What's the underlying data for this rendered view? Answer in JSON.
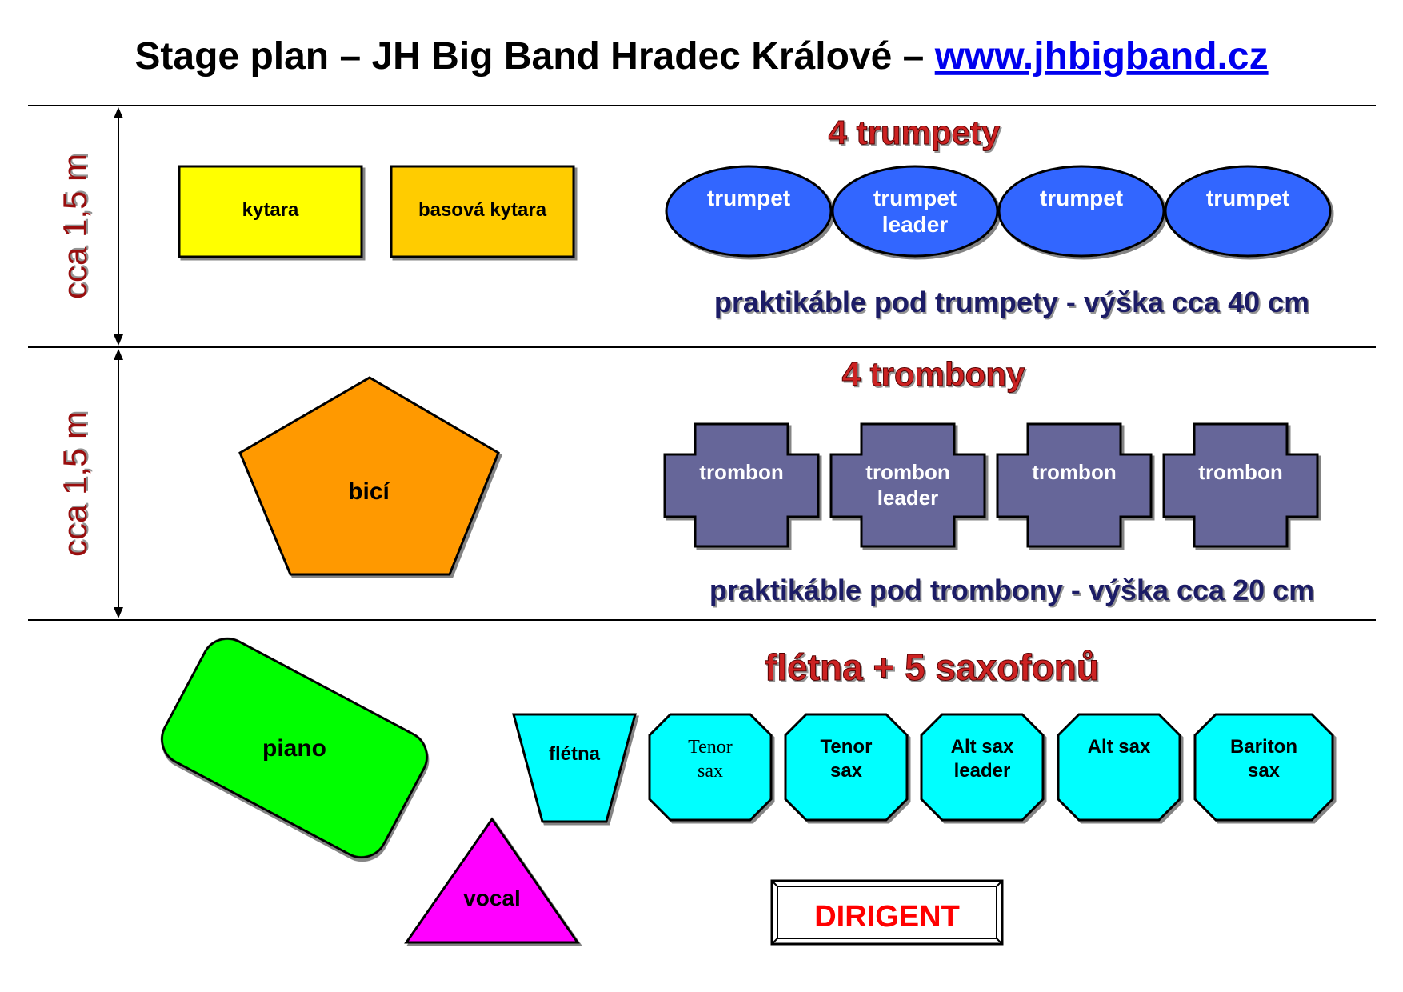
{
  "title": {
    "text": "Stage plan – JH Big Band Hradec Králové – ",
    "link": "www.jhbigband.cz"
  },
  "dimension_labels": [
    "cca 1,5 m",
    "cca 1,5 m"
  ],
  "row1": {
    "heading": "4 trumpety",
    "guitar": "kytara",
    "bass_guitar": "basová kytara",
    "trumpets": [
      [
        "trumpet"
      ],
      [
        "trumpet",
        "leader"
      ],
      [
        "trumpet"
      ],
      [
        "trumpet"
      ]
    ],
    "riser_note": "praktikáble pod trumpety - výška cca 40 cm"
  },
  "row2": {
    "heading": "4 trombony",
    "drums": "bicí",
    "trombones": [
      [
        "trombon"
      ],
      [
        "trombon",
        "leader"
      ],
      [
        "trombon"
      ],
      [
        "trombon"
      ]
    ],
    "riser_note": "praktikáble pod trombony - výška cca 20 cm"
  },
  "row3": {
    "heading": "flétna + 5 saxofonů",
    "piano": "piano",
    "flute": "flétna",
    "vocal": "vocal",
    "saxes": [
      [
        "Tenor",
        "sax"
      ],
      [
        "Tenor",
        "sax"
      ],
      [
        "Alt sax",
        "leader"
      ],
      [
        "Alt sax"
      ],
      [
        "Bariton",
        "sax"
      ]
    ],
    "conductor": "DIRIGENT"
  },
  "colors": {
    "guitar": "#ffff00",
    "bass_guitar": "#ffcc00",
    "trumpet": "#3366ff",
    "drums": "#ff9900",
    "trombone": "#666699",
    "piano": "#00ff00",
    "flute_sax": "#00ffff",
    "vocal": "#ff00ff",
    "heading_red": "#cc2222",
    "dimension_red": "#991111",
    "riser_note_blue": "#1a1a66",
    "conductor_red": "#ff0000",
    "link_blue": "#0000ee"
  }
}
